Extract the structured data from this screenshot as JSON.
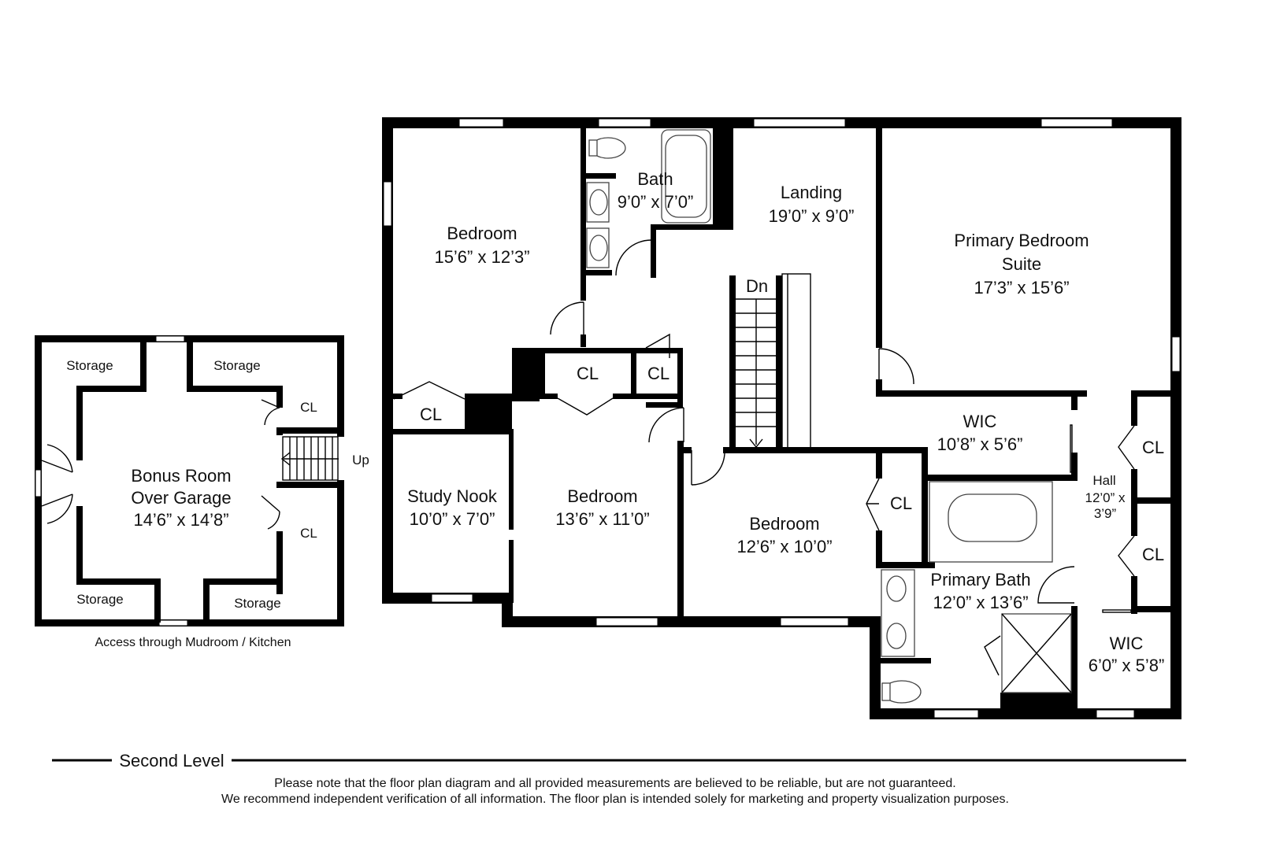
{
  "plan": {
    "level_label": "Second Level",
    "disclaimer_line1": "Please note that the floor plan diagram and all provided measurements are believed to be reliable, but are not guaranteed.",
    "disclaimer_line2": "We recommend independent verification of all information. The floor plan is intended solely for marketing and property visualization purposes."
  },
  "garage": {
    "room_name_1": "Bonus Room",
    "room_name_2": "Over Garage",
    "dimensions": "14’6” x 14’8”",
    "storage_top_left": "Storage",
    "storage_top_right": "Storage",
    "storage_bottom_left": "Storage",
    "storage_bottom_right": "Storage",
    "closet_upper": "CL",
    "closet_lower": "CL",
    "stair_label": "Up",
    "access_note": "Access through Mudroom / Kitchen"
  },
  "rooms": {
    "bedroom_nw": {
      "name": "Bedroom",
      "dimensions": "15’6” x 12’3”"
    },
    "bath": {
      "name": "Bath",
      "dimensions": "9’0” x 7’0”"
    },
    "landing": {
      "name": "Landing",
      "dimensions": "19’0” x 9’0”"
    },
    "primary_suite": {
      "name_1": "Primary Bedroom",
      "name_2": "Suite",
      "dimensions": "17’3” x 15’6”"
    },
    "stair_label": "Dn",
    "closet_a": "CL",
    "closet_b": "CL",
    "closet_c": "CL",
    "study": {
      "name": "Study Nook",
      "dimensions": "10’0” x 7’0”"
    },
    "bedroom_center": {
      "name": "Bedroom",
      "dimensions": "13’6” x 11’0”"
    },
    "bedroom_se": {
      "name": "Bedroom",
      "dimensions": "12’6” x 10’0”"
    },
    "closet_d": "CL",
    "wic_upper": {
      "name": "WIC",
      "dimensions": "10’8” x 5’6”"
    },
    "hall": {
      "name": "Hall",
      "dim_1": "12’0” x",
      "dim_2": "3’9”"
    },
    "closet_hall_upper": "CL",
    "closet_hall_lower": "CL",
    "primary_bath": {
      "name": "Primary Bath",
      "dimensions": "12’0” x 13’6”"
    },
    "wic_lower": {
      "name": "WIC",
      "dimensions": "6’0” x 5’8”"
    }
  }
}
